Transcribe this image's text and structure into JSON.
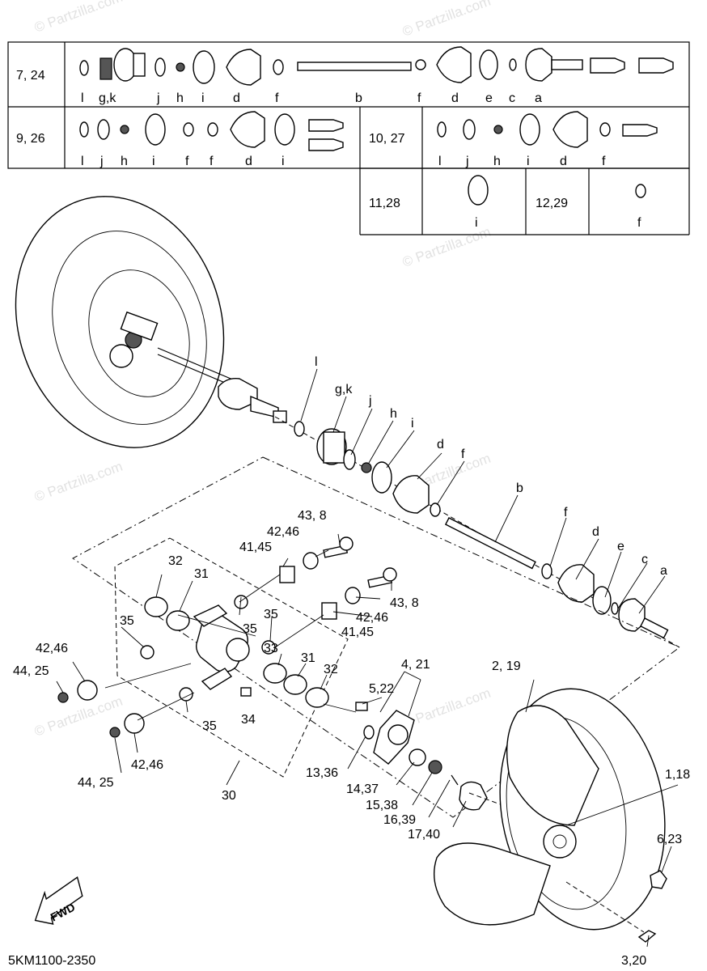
{
  "watermark": "© Partzilla.com",
  "diagram_code": "5KM1100-2350",
  "fwd_label": "FWD",
  "table": {
    "row1": {
      "ref": "7, 24",
      "letters": [
        "l",
        "g,k",
        "j",
        "h",
        "i",
        "d",
        "f",
        "b",
        "f",
        "d",
        "e",
        "c",
        "a"
      ]
    },
    "row2": {
      "ref": "9, 26",
      "letters": [
        "l",
        "j",
        "h",
        "i",
        "f",
        "f",
        "d",
        "i"
      ]
    },
    "row2b": {
      "ref": "10, 27",
      "letters": [
        "l",
        "j",
        "h",
        "i",
        "d",
        "f"
      ]
    },
    "row3a": {
      "ref": "11,28",
      "letters": [
        "i"
      ]
    },
    "row3b": {
      "ref": "12,29",
      "letters": [
        "f"
      ]
    }
  },
  "callouts": {
    "l": "l",
    "gk": "g,k",
    "j": "j",
    "h": "h",
    "i": "i",
    "d1": "d",
    "f1": "f",
    "b": "b",
    "f2": "f",
    "d2": "d",
    "e": "e",
    "c": "c",
    "a": "a",
    "p43_8a": "43, 8",
    "p42_46a": "42,46",
    "p41_45a": "41,45",
    "p32a": "32",
    "p31a": "31",
    "p35a": "35",
    "p35b": "35",
    "p35c": "35",
    "p35d": "35",
    "p43_8b": "43, 8",
    "p42_46b": "42,46",
    "p41_45b": "41,45",
    "p33": "33",
    "p31b": "31",
    "p32b": "32",
    "p42_46c": "42,46",
    "p44_25a": "44, 25",
    "p34": "34",
    "p42_46d": "42,46",
    "p44_25b": "44, 25",
    "p30": "30",
    "p4_21": "4, 21",
    "p5_22": "5,22",
    "p2_19": "2, 19",
    "p13_36": "13,36",
    "p14_37": "14,37",
    "p15_38": "15,38",
    "p16_39": "16,39",
    "p17_40": "17,40",
    "p1_18": "1,18",
    "p6_23": "6,23",
    "p3_20": "3,20"
  }
}
